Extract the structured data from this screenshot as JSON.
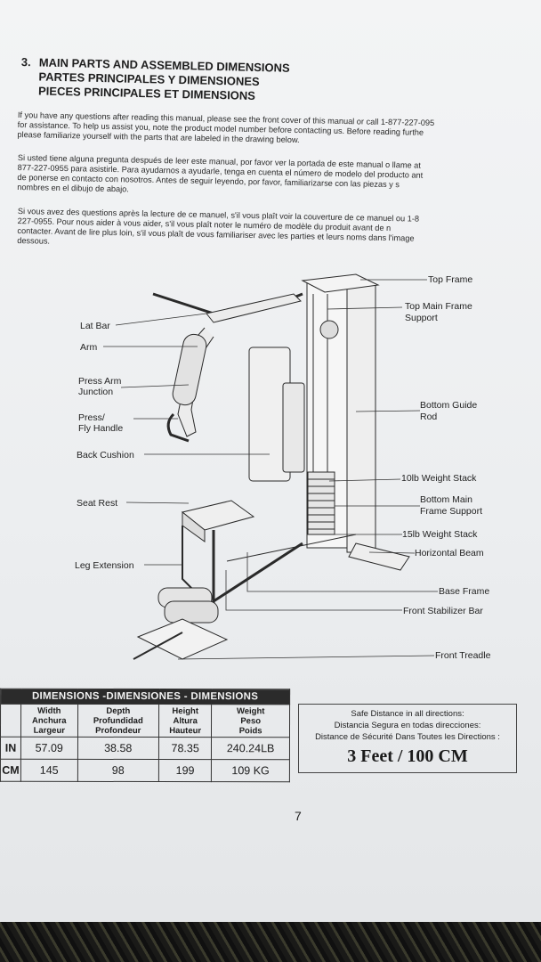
{
  "heading": {
    "number": "3.",
    "line1": "MAIN PARTS AND ASSEMBLED DIMENSIONS",
    "line2": "PARTES PRINCIPALES Y DIMENSIONES",
    "line3": "PIECES PRINCIPALES ET DIMENSIONS"
  },
  "paragraphs": {
    "en": [
      "If you have any questions after reading this manual, please see the front cover of this manual or call 1-877-227-095",
      "for assistance.  To help us assist you, note the product model number before contacting us.  Before reading furthe",
      "please familiarize yourself with the parts that are labeled in the drawing below."
    ],
    "es": [
      "Si usted tiene alguna pregunta después de leer este manual, por favor ver la portada de este manual o llame at",
      "877-227-0955 para asistirle. Para ayudarnos a ayudarle, tenga en cuenta el número de modelo del producto ant",
      "de ponerse en contacto con nosotros. Antes de seguir leyendo, por favor, familiarizarse con las piezas y s",
      "nombres en el dibujo de abajo."
    ],
    "fr": [
      "Si vous avez des questions après la lecture de ce manuel, s'il vous plaît voir la couverture de ce manuel ou 1-8",
      "227-0955. Pour nous aider à vous aider, s'il vous plaît noter le numéro de modèle du produit avant de n",
      "contacter. Avant de lire plus loin, s'il vous plaît de vous familiariser avec les parties et leurs noms dans l'image",
      "dessous."
    ]
  },
  "labels": {
    "top_frame": "Top Frame",
    "top_main_frame_support_1": "Top Main Frame",
    "top_main_frame_support_2": "Support",
    "lat_bar": "Lat Bar",
    "arm": "Arm",
    "press_arm_junction_1": "Press Arm",
    "press_arm_junction_2": "Junction",
    "press_fly_handle_1": "Press/",
    "press_fly_handle_2": "Fly Handle",
    "back_cushion": "Back Cushion",
    "bottom_guide_rod_1": "Bottom Guide",
    "bottom_guide_rod_2": "Rod",
    "weight_stack_10": "10lb  Weight Stack",
    "seat_rest": "Seat Rest",
    "bottom_main_frame_support_1": "Bottom Main",
    "bottom_main_frame_support_2": "Frame Support",
    "weight_stack_15": "15lb  Weight Stack",
    "horizontal_beam": "Horizontal Beam",
    "leg_extension": "Leg Extension",
    "base_frame": "Base Frame",
    "front_stabilizer_bar": "Front Stabilizer Bar",
    "front_treadle": "Front Treadle"
  },
  "dimensions": {
    "title": "DIMENSIONS  -DIMENSIONES - DIMENSIONS",
    "columns": [
      [
        "Width",
        "Anchura",
        "Largeur"
      ],
      [
        "Depth",
        "Profundidad",
        "Profondeur"
      ],
      [
        "Height",
        "Altura",
        "Hauteur"
      ],
      [
        "Weight",
        "Peso",
        "Poids"
      ]
    ],
    "rows": [
      {
        "unit": "IN",
        "values": [
          "57.09",
          "38.58",
          "78.35",
          "240.24LB"
        ]
      },
      {
        "unit": "CM",
        "values": [
          "145",
          "98",
          "199",
          "109 KG"
        ]
      }
    ]
  },
  "safe_distance": {
    "en": "Safe Distance in all directions:",
    "es": "Distancia Segura en todas direcciones:",
    "fr": "Distance de Sécurité Dans Toutes les Directions :",
    "value": "3 Feet / 100 CM"
  },
  "page_number": "7",
  "colors": {
    "paper": "#eef0f1",
    "ink": "#222222",
    "table_header": "#2b2b2b"
  }
}
